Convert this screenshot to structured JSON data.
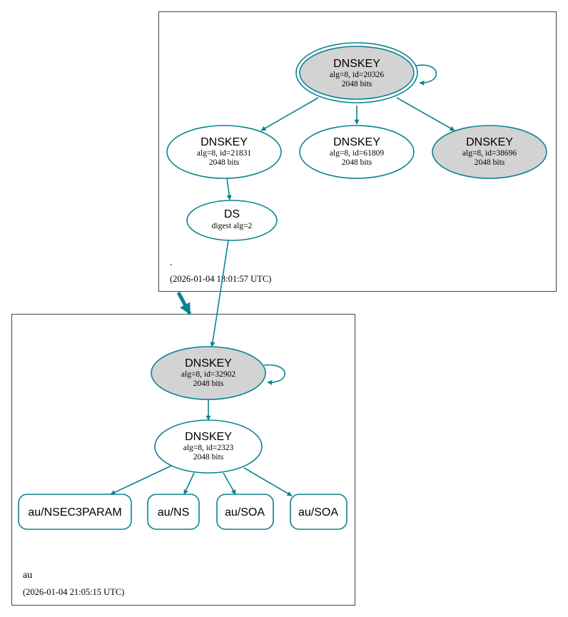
{
  "colors": {
    "edge": "#0a8491",
    "node_stroke": "#0a8491",
    "sep_fill": "#d3d3d3",
    "zone_border": "#444444"
  },
  "root_zone": {
    "name": ".",
    "timestamp": "(2026-01-04 18:01:57 UTC)",
    "ksk": {
      "title": "DNSKEY",
      "line1": "alg=8, id=20326",
      "line2": "2048 bits"
    },
    "zsk_21831": {
      "title": "DNSKEY",
      "line1": "alg=8, id=21831",
      "line2": "2048 bits"
    },
    "zsk_61809": {
      "title": "DNSKEY",
      "line1": "alg=8, id=61809",
      "line2": "2048 bits"
    },
    "ksk_38696": {
      "title": "DNSKEY",
      "line1": "alg=8, id=38696",
      "line2": "2048 bits"
    },
    "ds": {
      "title": "DS",
      "line1": "digest alg=2"
    }
  },
  "au_zone": {
    "name": "au",
    "timestamp": "(2026-01-04 21:05:15 UTC)",
    "ksk": {
      "title": "DNSKEY",
      "line1": "alg=8, id=32902",
      "line2": "2048 bits"
    },
    "zsk": {
      "title": "DNSKEY",
      "line1": "alg=8, id=2323",
      "line2": "2048 bits"
    },
    "rrsets": [
      "au/NSEC3PARAM",
      "au/NS",
      "au/SOA",
      "au/SOA"
    ]
  }
}
